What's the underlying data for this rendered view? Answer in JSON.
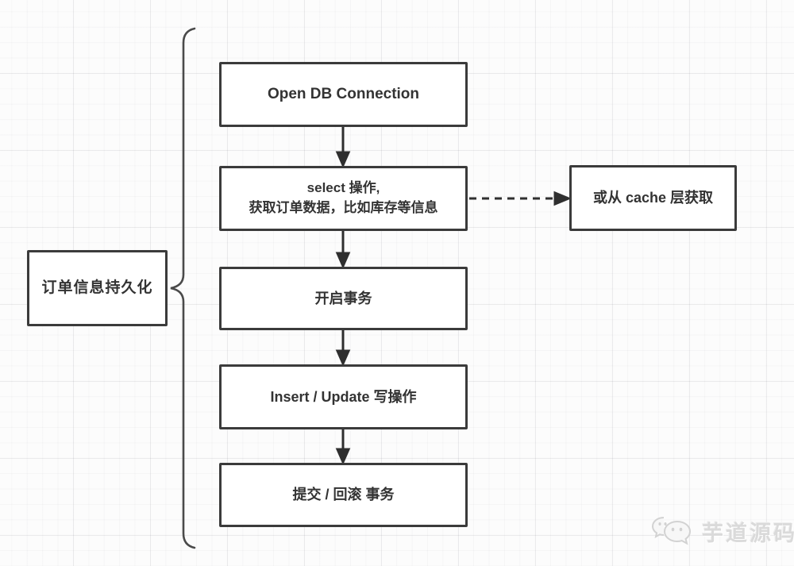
{
  "diagram": {
    "group_label": {
      "text": "订单信息持久化"
    },
    "flow_nodes": [
      {
        "label": "Open DB Connection"
      },
      {
        "label_line1": "select 操作,",
        "label_line2": "获取订单数据，比如库存等信息"
      },
      {
        "label": "开启事务"
      },
      {
        "label": "Insert / Update 写操作"
      },
      {
        "label": "提交 / 回滚 事务"
      }
    ],
    "side_node": {
      "label": "或从 cache 层获取"
    },
    "connections": [
      {
        "from": "open-db-connection",
        "to": "select-read",
        "style": "solid-arrow"
      },
      {
        "from": "select-read",
        "to": "cache-fallback",
        "style": "dashed-arrow"
      },
      {
        "from": "select-read",
        "to": "begin-transaction",
        "style": "solid-arrow"
      },
      {
        "from": "begin-transaction",
        "to": "insert-update-write",
        "style": "solid-arrow"
      },
      {
        "from": "insert-update-write",
        "to": "commit-rollback",
        "style": "solid-arrow"
      }
    ],
    "watermark": {
      "logo": "wechat-bubbles-icon",
      "text": "芋道源码"
    },
    "colors": {
      "line": "#3b3b3b",
      "arrow_fill": "#2f2f2f",
      "text": "#333333",
      "box_bg": "#ffffff",
      "grid_minor": "#f3f3f4",
      "grid_major": "#e8e8ea",
      "watermark": "#dadada"
    }
  }
}
